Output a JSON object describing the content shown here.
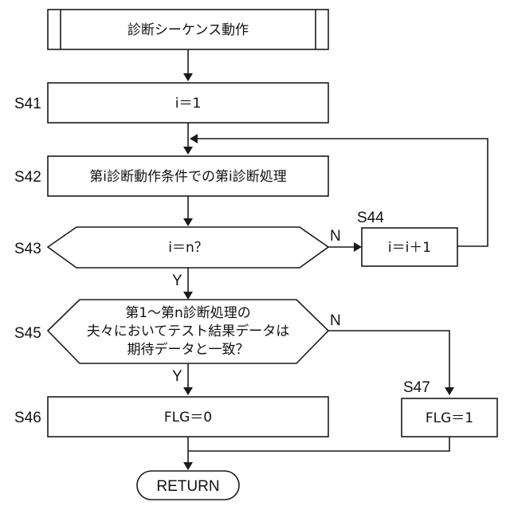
{
  "diagram": {
    "title_box": "診断シーケンス動作",
    "steps": {
      "s41": {
        "id": "S41",
        "text": "i＝1"
      },
      "s42": {
        "id": "S42",
        "text": "第i診断動作条件での第i診断処理"
      },
      "s43": {
        "id": "S43",
        "text": "i＝n？"
      },
      "s44": {
        "id": "S44",
        "text": "i＝i＋1"
      },
      "s45": {
        "id": "S45",
        "lines": [
          "第1～第n診断処理の",
          "夫々においてテスト結果データは",
          "期待データと一致？"
        ]
      },
      "s46": {
        "id": "S46",
        "text": "FLG＝0"
      },
      "s47": {
        "id": "S47",
        "text": "FLG＝1"
      }
    },
    "branches": {
      "yes": "Y",
      "no": "N"
    },
    "terminal": "RETURN"
  }
}
